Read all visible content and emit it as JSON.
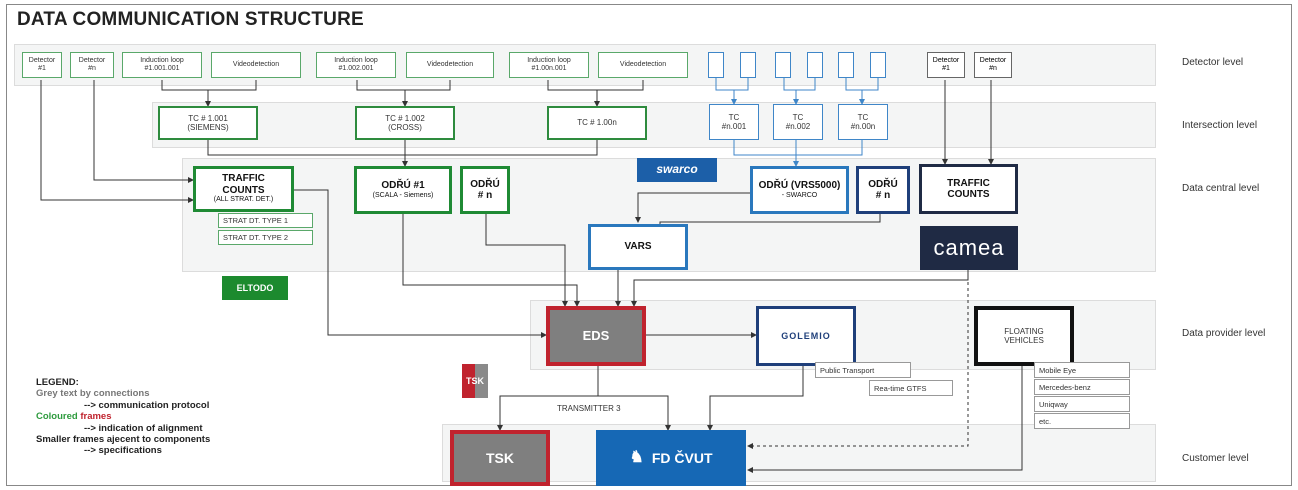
{
  "title": "DATA COMMUNICATION STRUCTURE",
  "levels": {
    "detector": "Detector level",
    "intersection": "Intersection level",
    "data_central": "Data central level",
    "data_provider": "Data provider level",
    "customer": "Customer level"
  },
  "detectors": {
    "d1": "Detector\n#1",
    "dn": "Detector\n#n",
    "il1": "Induction loop\n#1.001.001",
    "vd1": "Videodetection",
    "il2": "Induction loop\n#1.002.001",
    "vd2": "Videodetection",
    "il3": "Induction loop\n#1.00n.001",
    "vd3": "Videodetection",
    "rd1": "Detector\n#1",
    "rdn": "Detector\n#n"
  },
  "intersection": {
    "tc1": "TC # 1.001\n(SIEMENS)",
    "tc2": "TC # 1.002\n(CROSS)",
    "tc3": "TC # 1.00n",
    "tcn1": "TC\n#n.001",
    "tcn2": "TC\n#n.002",
    "tcn3": "TC\n#n.00n"
  },
  "central": {
    "traffic_counts_left": "TRAFFIC\nCOUNTS",
    "traffic_counts_left_sub": "(ALL STRAT. DET.)",
    "strat1": "STRAT DT. TYPE 1",
    "strat2": "STRAT DT. TYPE 2",
    "odru1": "ODŘÚ #1",
    "odru1_sub": "(SCALA - Siemens)",
    "odrun": "ODŘÚ\n# n",
    "odru_vrs": "ODŘÚ (VRS5000)",
    "odru_vrs_sub": "- SWARCO",
    "odrun2": "ODŘÚ\n# n",
    "traffic_counts_right": "TRAFFIC\nCOUNTS",
    "vars": "VARS",
    "camea": "camea",
    "swarco": "swarco",
    "eltodo": "ELTODO"
  },
  "provider": {
    "eds": "EDS",
    "golemio": "GOLEMIO",
    "public_transport": "Public Transport",
    "gtfs": "Rea-time GTFS",
    "floating": "FLOATING\nVEHICLES",
    "fv_specs": [
      "Mobile Eye",
      "Mercedes-benz",
      "Uniqway",
      "etc."
    ],
    "tsk_logo": "TSK"
  },
  "customer": {
    "transmitter": "TRANSMITTER 3",
    "tsk": "TSK",
    "fdcvut": "FD ČVUT"
  },
  "legend": {
    "title": "LEGEND:",
    "l1": "Grey text by connections",
    "l2": "--> communication protocol",
    "l3a": "Coloured",
    "l3b": "frames",
    "l4": "--> indication of alignment",
    "l5": "Smaller frames ajecent to components",
    "l6": "--> specifications"
  },
  "colors": {
    "green": "#1f8a34",
    "blue": "#2a78bd",
    "navy": "#1f2a44",
    "red": "#c0232e",
    "grey_box": "#7f7f7f",
    "fd_blue": "#1668b5"
  }
}
